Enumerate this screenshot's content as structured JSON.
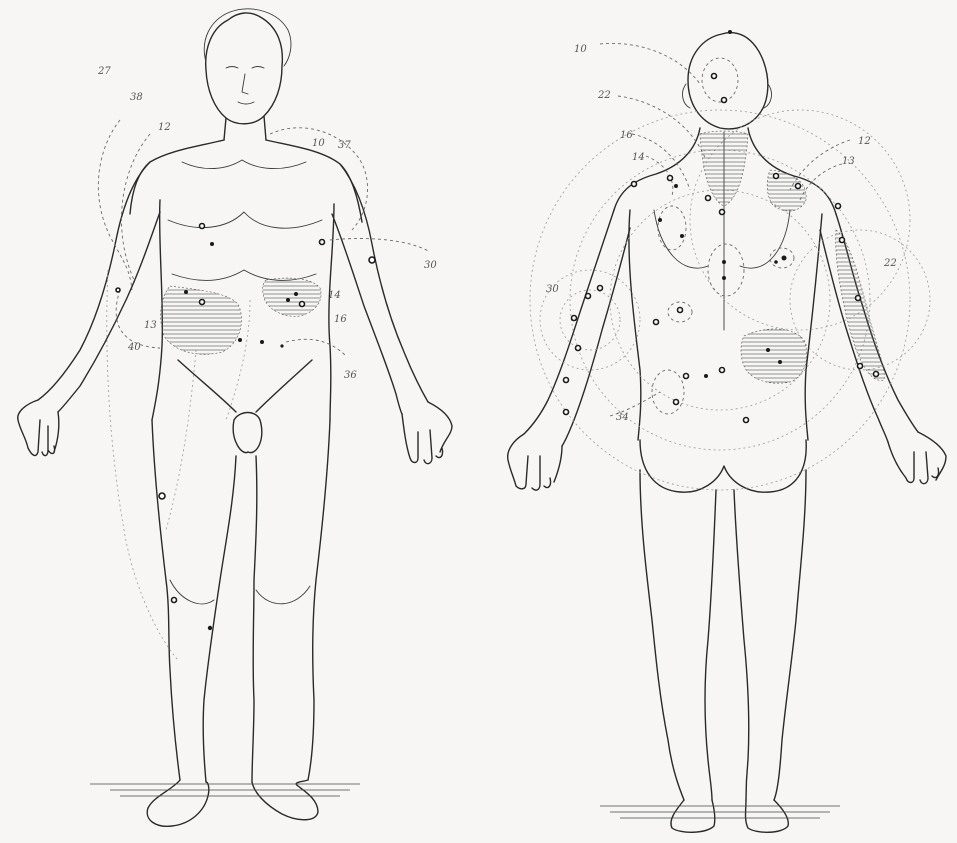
{
  "labels_front": [
    "27",
    "38",
    "12",
    "10",
    "37",
    "30",
    "14",
    "16",
    "13",
    "40",
    "36"
  ],
  "labels_back": [
    "10",
    "22",
    "16",
    "14",
    "12",
    "13",
    "22",
    "30",
    "34"
  ],
  "colors": {
    "ink": "#2a2a2a",
    "paper": "#f7f6f4",
    "dashed": "#6a6a6a"
  }
}
